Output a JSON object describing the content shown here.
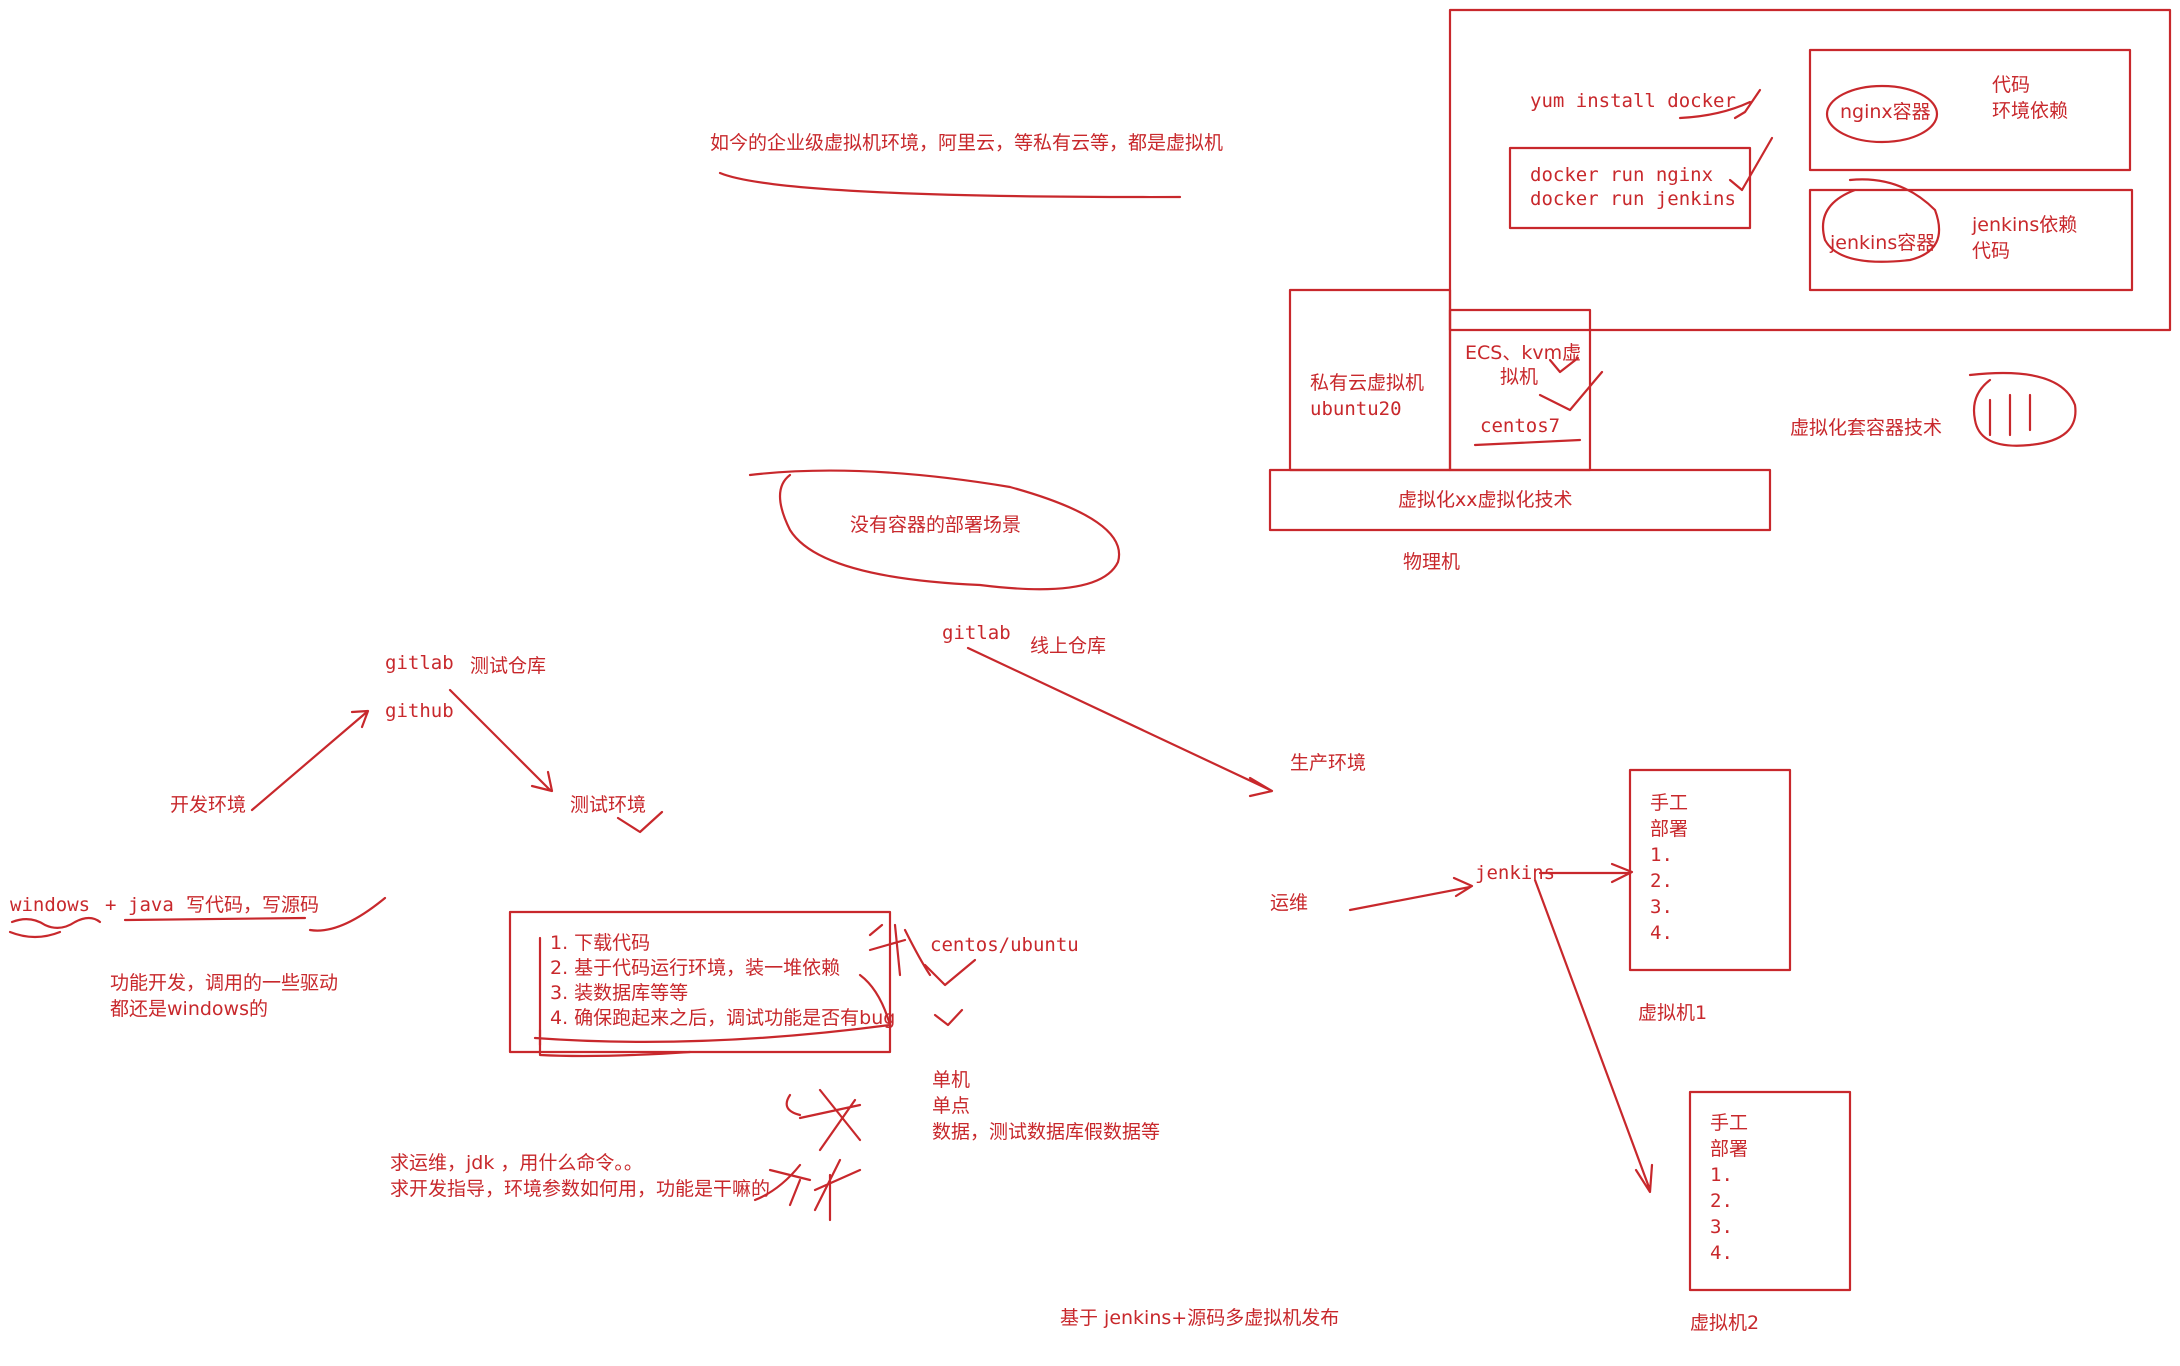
{
  "texts": {
    "enterprise_note": "如今的企业级虚拟机环境，阿里云，等私有云等，都是虚拟机",
    "no_container": "没有容器的部署场景",
    "gitlab_test": "gitlab",
    "test_repo": "测试仓库",
    "github": "github",
    "gitlab_online": "gitlab",
    "online_repo": "线上仓库",
    "dev_env": "开发环境",
    "test_env": "测试环境",
    "prod_env": "生产环境",
    "windows": "windows",
    "plus": "+",
    "java": "java",
    "write_code": "写代码，写源码",
    "driver_line1": "功能开发，调用的一些驱动",
    "driver_line2": "都还是windows的",
    "centos_ubuntu": "centos/ubuntu",
    "single_1": "单机",
    "single_2": "单点",
    "single_3": "数据，测试数据库假数据等",
    "ask_1": "求运维，jdk ，用什么命令。。",
    "ask_2": "求开发指导，环境参数如何用，功能是干嘛的",
    "ops": "运维",
    "jenkins": "jenkins",
    "vm1_label": "虚拟机1",
    "vm2_label": "虚拟机2",
    "bottom_caption": "基于 jenkins+源码多虚拟机发布",
    "private_vm_1": "私有云虚拟机",
    "private_vm_2": "ubuntu20",
    "ecs_1": "ECS、kvm虚",
    "ecs_2": "拟机",
    "centos7": "centos7",
    "virt_tech": "虚拟化xx虚拟化技术",
    "physical": "物理机",
    "yum": "yum install docker",
    "docker_run_1": "docker run nginx",
    "docker_run_2": "docker run jenkins",
    "nginx_container": "nginx容器",
    "code_1": "代码",
    "env_dep": "环境依赖",
    "jenkins_container": "jenkins容器",
    "jenkins_dep": "jenkins依赖",
    "code_2": "代码",
    "virt_container": "虚拟化套容器技术"
  },
  "steps": [
    "1. 下载代码",
    "2. 基于代码运行环境，装一堆依赖",
    "3. 装数据库等等",
    "4. 确保跑起来之后，调试功能是否有bug"
  ],
  "vm1": {
    "title1": "手工",
    "title2": "部署",
    "items": [
      "1.",
      "2.",
      "3.",
      "4."
    ]
  },
  "vm2": {
    "title1": "手工",
    "title2": "部署",
    "items": [
      "1.",
      "2.",
      "3.",
      "4."
    ]
  }
}
